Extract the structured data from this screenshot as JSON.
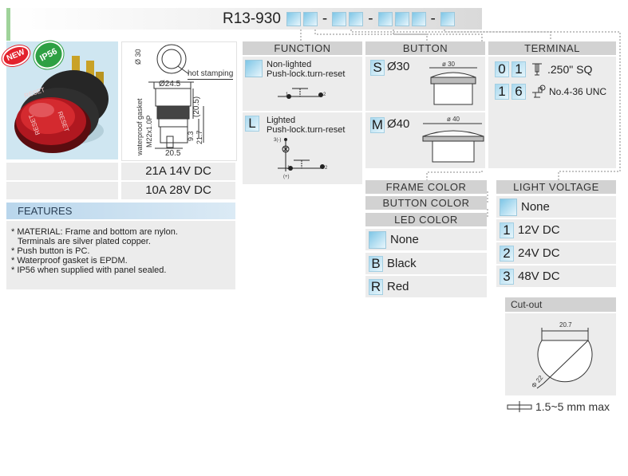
{
  "header": {
    "model_prefix": "R13-930",
    "separators": [
      "-",
      "-",
      "-"
    ]
  },
  "left": {
    "badges": {
      "new": "NEW",
      "ip": "IP56"
    },
    "button_text": "RESET",
    "drawing": {
      "dia30": "Ø 30",
      "hot_stamping": "hot stamping",
      "dia24_5": "Ø24.5",
      "dim20_5a": "(20.5)",
      "gasket": "waterproof gasket",
      "thread": "M22x1.0P",
      "dim9_3": "9.3",
      "dim21_7": "21.7",
      "dim20_5b": "20.5"
    },
    "ratings": [
      "21A 14V DC",
      "10A 28V DC"
    ],
    "features_title": "FEATURES",
    "features": [
      "* MATERIAL: Frame and bottom are nylon.",
      "  Terminals are silver plated copper.",
      "* Push button is PC.",
      "* Waterproof gasket is EPDM.",
      "* IP56 when supplied with panel sealed."
    ]
  },
  "function": {
    "title": "FUNCTION",
    "items": [
      {
        "code": "",
        "line1": "Non-lighted",
        "line2": "Push-lock.turn-reset",
        "pin1": "1",
        "pin2": "2"
      },
      {
        "code": "L",
        "line1": "Lighted",
        "line2": "Push-lock.turn-reset",
        "pin1": "1",
        "pin2": "2",
        "lamp_top": "3(-)",
        "lamp_bottom": "(+)"
      }
    ]
  },
  "button": {
    "title": "BUTTON",
    "items": [
      {
        "code": "S",
        "label": "Ø30",
        "drawing_label": "ø 30"
      },
      {
        "code": "M",
        "label": "Ø40",
        "drawing_label": "ø 40"
      }
    ]
  },
  "terminal": {
    "title": "TERMINAL",
    "items": [
      {
        "codes": [
          "0",
          "1"
        ],
        "label": ".250\" SQ"
      },
      {
        "codes": [
          "1",
          "6"
        ],
        "label": "No.4-36 UNC"
      }
    ]
  },
  "color": {
    "frame_title": "FRAME COLOR",
    "button_title": "BUTTON COLOR",
    "led_title": "LED COLOR",
    "items": [
      {
        "code": "",
        "label": "None"
      },
      {
        "code": "B",
        "label": "Black"
      },
      {
        "code": "R",
        "label": "Red"
      }
    ]
  },
  "voltage": {
    "title": "LIGHT VOLTAGE",
    "items": [
      {
        "code": "",
        "label": "None"
      },
      {
        "code": "1",
        "label": "12V DC"
      },
      {
        "code": "2",
        "label": "24V DC"
      },
      {
        "code": "3",
        "label": "48V DC"
      }
    ]
  },
  "cutout": {
    "title": "Cut-out",
    "width": "20.7",
    "diameter": "Φ 22",
    "thickness": "1.5~5 mm max"
  },
  "colors": {
    "accent_blue": "#8cc9e6",
    "panel": "#ececec",
    "header": "#d2d2d2",
    "features_bg": "#c7def0"
  }
}
